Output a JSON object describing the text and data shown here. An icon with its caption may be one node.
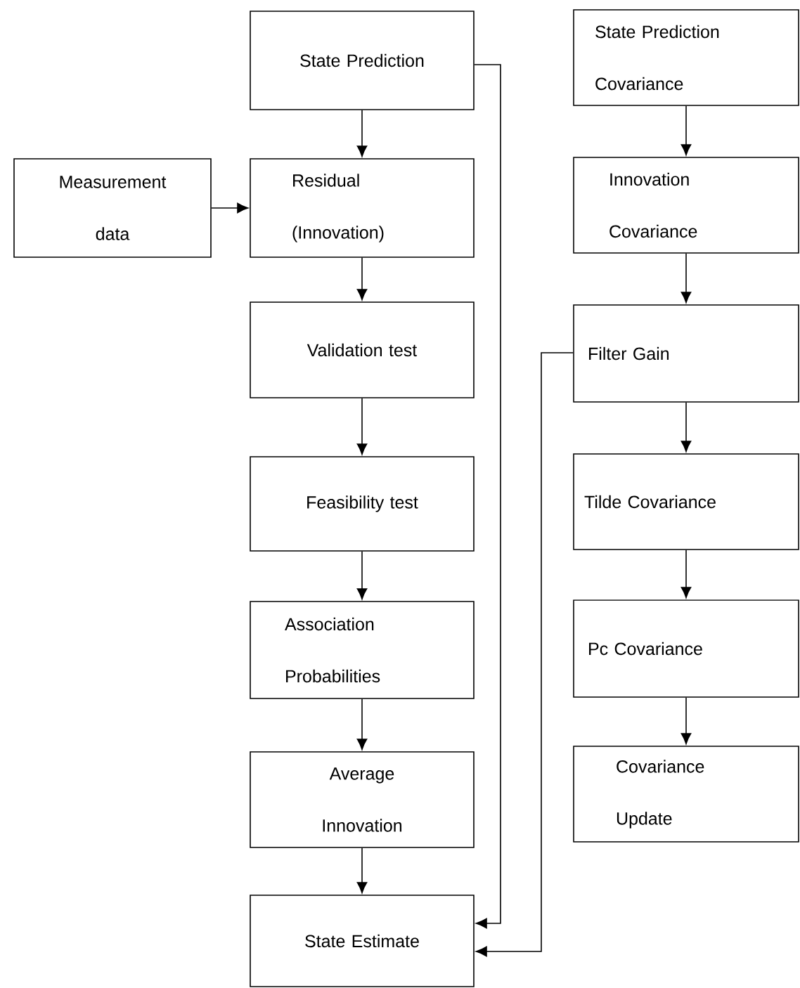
{
  "diagram": {
    "nodes": [
      {
        "text": [
          "State Prediction"
        ]
      },
      {
        "text": [
          "Measurement data"
        ]
      },
      {
        "text": [
          "Residual (Innovation)"
        ]
      },
      {
        "text": [
          "Validation test"
        ]
      },
      {
        "text": [
          "Feasibility test"
        ]
      },
      {
        "text": [
          "Association Probabilities"
        ]
      },
      {
        "text": [
          "Average Innovation"
        ]
      },
      {
        "text": [
          "State Estimate"
        ]
      },
      {
        "text": [
          "State Prediction Covariance"
        ]
      },
      {
        "text": [
          "Innovation Covariance"
        ]
      },
      {
        "text": [
          "Filter Gain"
        ]
      },
      {
        "text": [
          "Tilde Covariance"
        ]
      },
      {
        "text": [
          "Pc Covariance"
        ]
      },
      {
        "text": [
          "Covariance Update"
        ]
      }
    ],
    "edges": [
      {
        "from": 0,
        "to": 2,
        "arrow": "to"
      },
      {
        "from": 1,
        "to": 2,
        "arrow": "to"
      },
      {
        "from": 2,
        "to": 3,
        "arrow": "to"
      },
      {
        "from": 3,
        "to": 4,
        "arrow": "to"
      },
      {
        "from": 4,
        "to": 5,
        "arrow": "to"
      },
      {
        "from": 5,
        "to": 6,
        "arrow": "to"
      },
      {
        "from": 6,
        "to": 7,
        "arrow": "to"
      },
      {
        "from": 0,
        "to": 7,
        "arrow": "to"
      },
      {
        "from": 8,
        "to": 9,
        "arrow": "to"
      },
      {
        "from": 9,
        "to": 10,
        "arrow": "to"
      },
      {
        "from": 10,
        "to": 11,
        "arrow": "to"
      },
      {
        "from": 11,
        "to": 12,
        "arrow": "to"
      },
      {
        "from": 12,
        "to": 13,
        "arrow": "to"
      },
      {
        "from": 10,
        "to": 7,
        "arrow": "to"
      }
    ]
  }
}
